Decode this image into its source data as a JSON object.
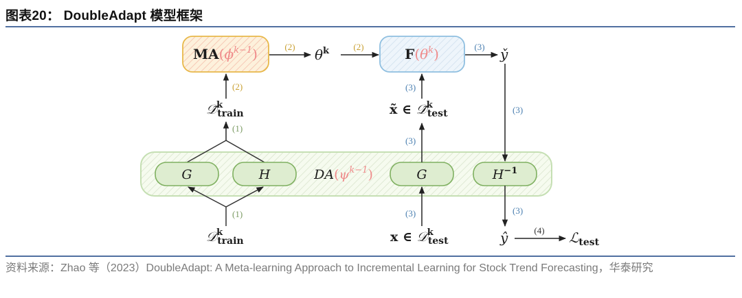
{
  "header": {
    "title": "图表20： DoubleAdapt 模型框架"
  },
  "source": {
    "text": "资料来源：Zhao 等（2023）DoubleAdapt: A Meta-learning Approach to Incremental Learning for Stock Trend Forecasting，华泰研究"
  },
  "diagram": {
    "colors": {
      "step1": "#7a9a62",
      "step2": "#c9a032",
      "step3": "#4a7fb0",
      "step4": "#333333",
      "param": "#ef8a8a",
      "ma_border": "#e8b84a",
      "f_border": "#8fbfe0",
      "da_border": "#b9d9a3",
      "node_fill": "#deedd0",
      "node_border": "#7fb060"
    },
    "ma_box": {
      "name": "MA",
      "param": "ϕ",
      "sup": "k−1"
    },
    "theta": {
      "sym": "θ",
      "sup": "k"
    },
    "f_box": {
      "name": "F",
      "param": "θ",
      "sup": "k"
    },
    "y_check": "y̌",
    "d_train_tilde": {
      "sym": "𝒟̃",
      "sup": "k",
      "sub": "train"
    },
    "x_tilde_test": {
      "prefix": "x̃ ∈ ",
      "sym": "𝒟̃",
      "sup": "k",
      "sub": "test"
    },
    "da_box": {
      "name": "DA",
      "param": "ψ",
      "sup": "k−1"
    },
    "nodes": [
      {
        "label": "G"
      },
      {
        "label": "H"
      },
      {
        "label": "G"
      },
      {
        "label": "H",
        "sup": "−1"
      }
    ],
    "d_train": {
      "sym": "𝒟",
      "sup": "k",
      "sub": "train"
    },
    "x_test": {
      "prefix": "x ∈ ",
      "sym": "𝒟",
      "sup": "k",
      "sub": "test"
    },
    "y_hat": "ŷ",
    "loss": {
      "sym": "ℒ",
      "sub": "test"
    },
    "steps": {
      "s1": "(1)",
      "s2": "(2)",
      "s3": "(3)",
      "s4": "(4)"
    }
  }
}
